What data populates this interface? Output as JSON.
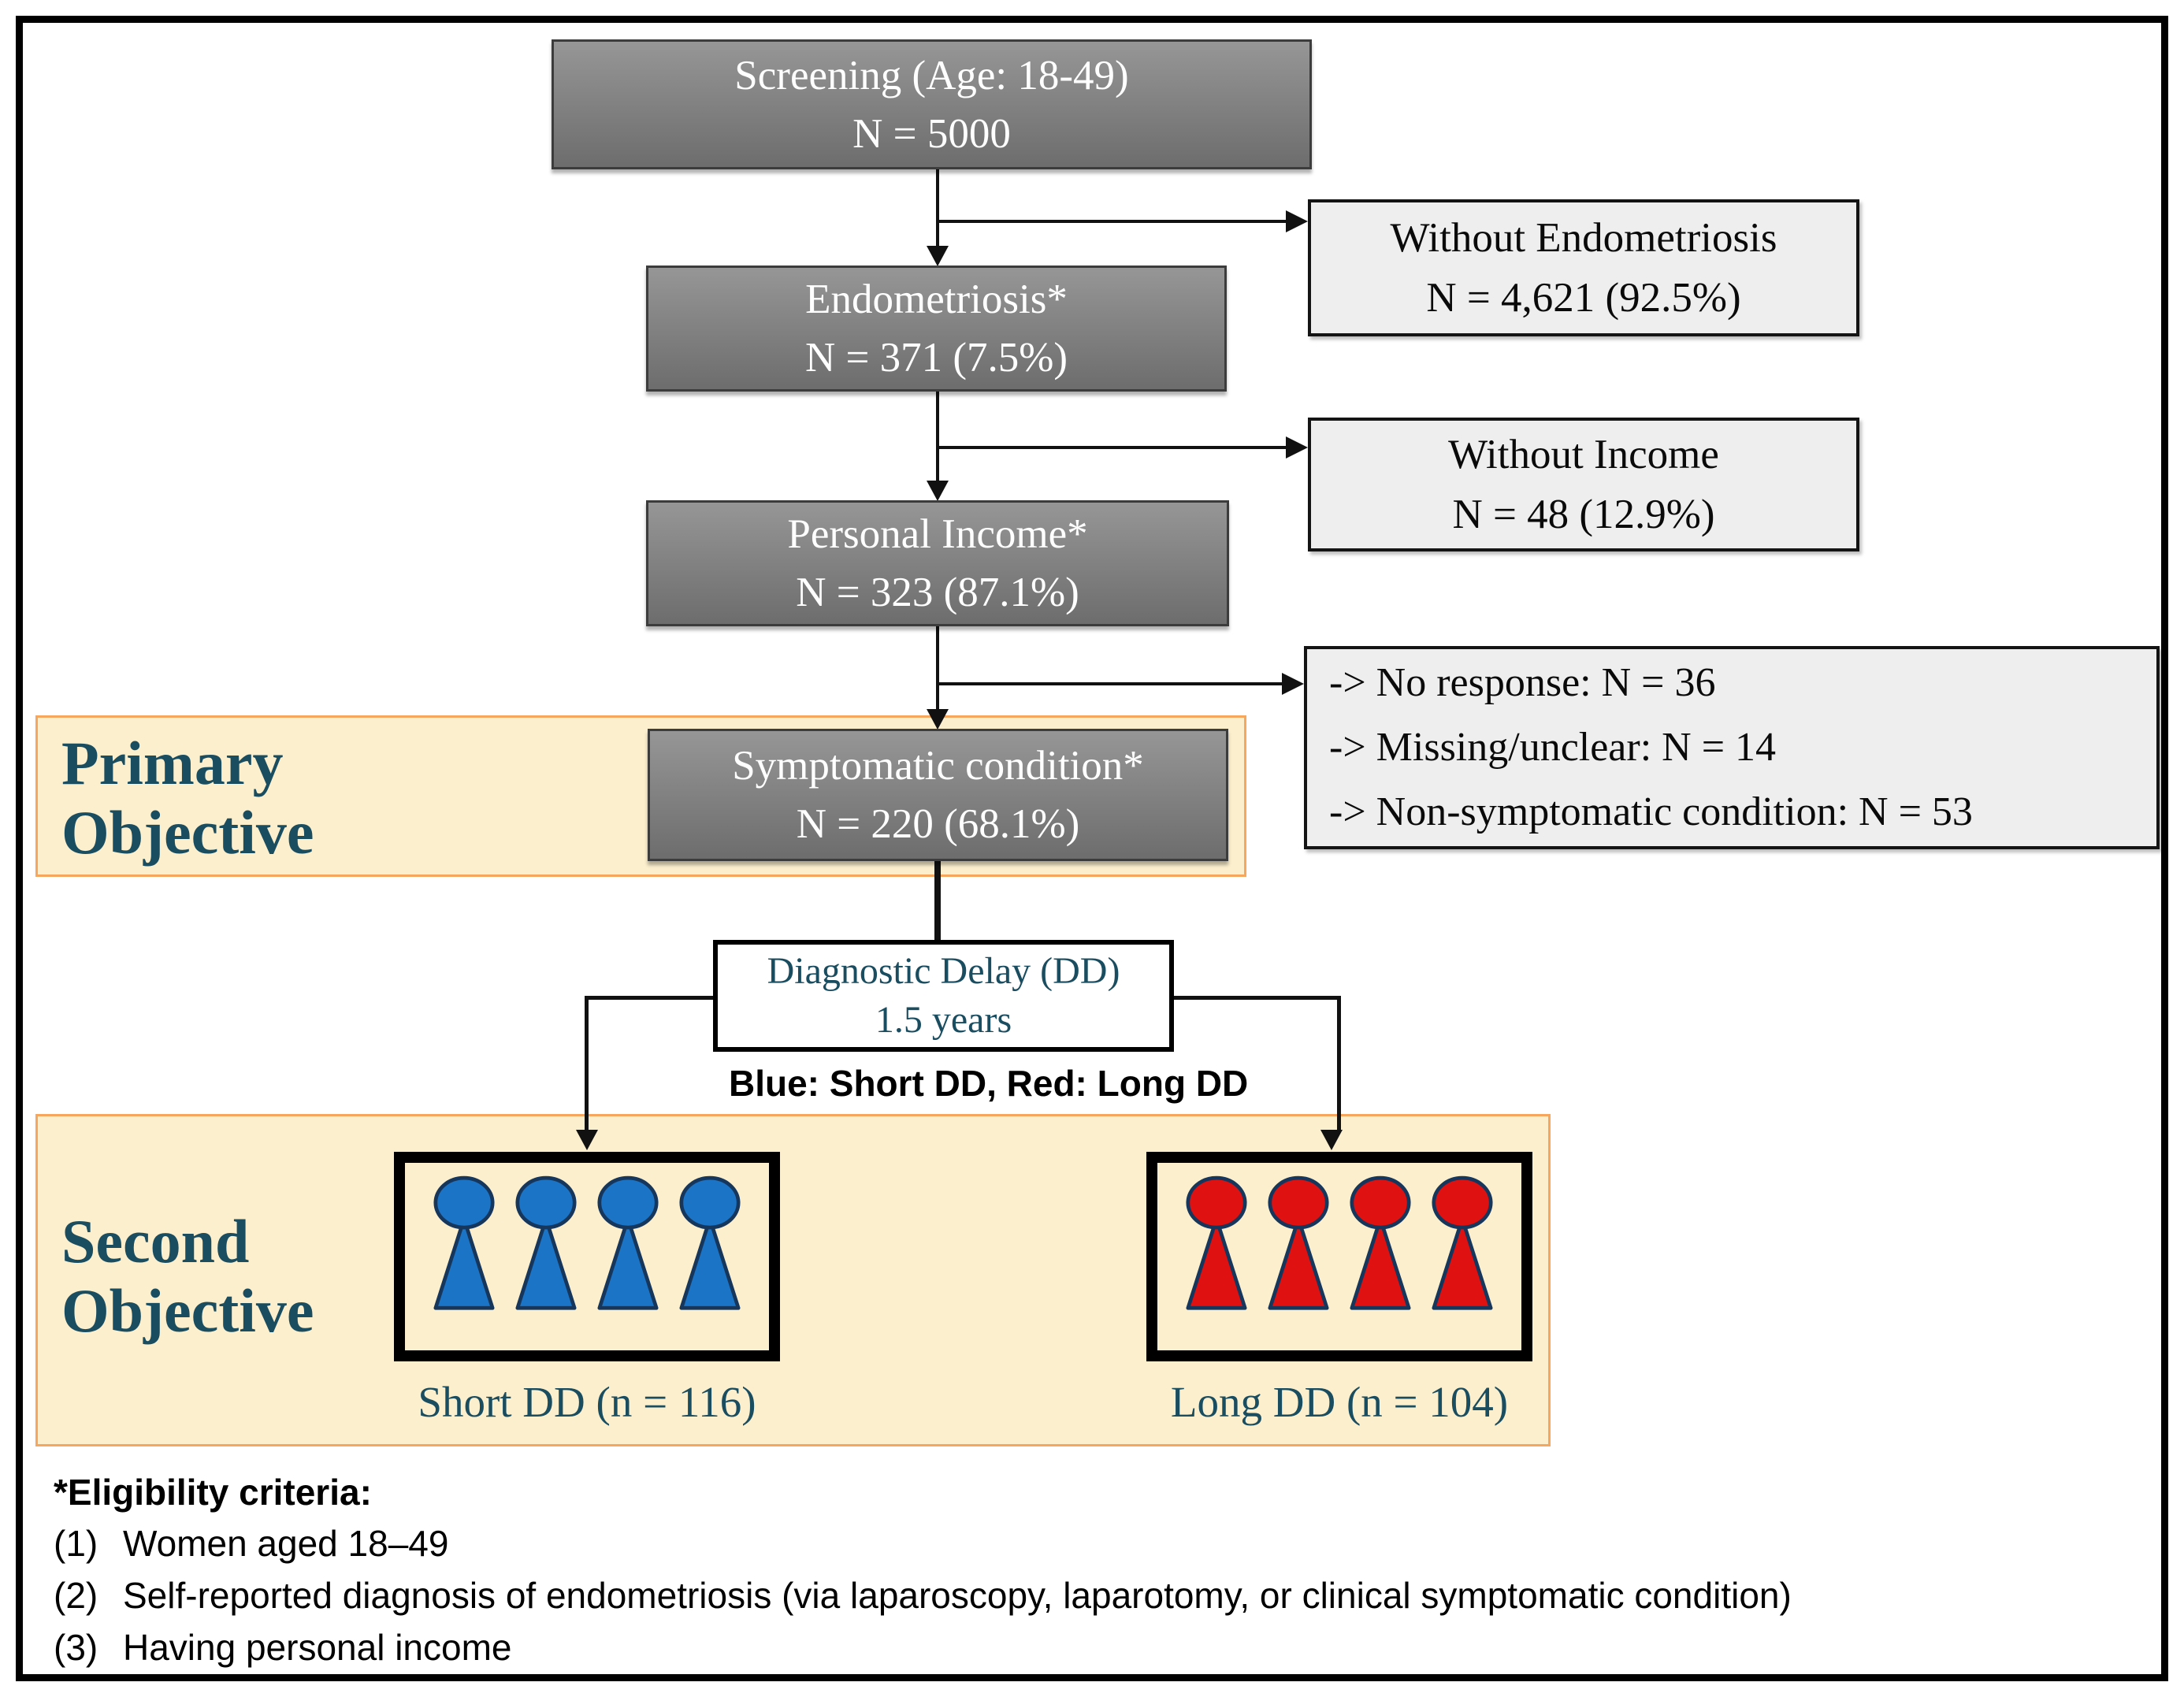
{
  "colors": {
    "box_gray_top": "#969696",
    "box_gray_bottom": "#6d6d6d",
    "side_box_bg": "#eeeeee",
    "band_bg": "#fcefcd",
    "band_border": "#f6a65d",
    "teal": "#1a4d60",
    "blue": "#1b74c5",
    "red": "#e01111",
    "icon_outline": "#16365c",
    "line": "#111111"
  },
  "flow": {
    "screening": {
      "line1": "Screening (Age: 18-49)",
      "line2": "N = 5000"
    },
    "endometriosis": {
      "line1": "Endometriosis*",
      "line2": "N = 371 (7.5%)"
    },
    "personal_income": {
      "line1": "Personal Income*",
      "line2": "N = 323 (87.1%)"
    },
    "symptomatic": {
      "line1": "Symptomatic condition*",
      "line2": "N = 220 (68.1%)"
    }
  },
  "exclusions": {
    "without_endometriosis": {
      "line1": "Without Endometriosis",
      "line2": "N = 4,621 (92.5%)"
    },
    "without_income": {
      "line1": "Without Income",
      "line2": "N = 48 (12.9%)"
    },
    "other": {
      "lines": [
        "-> No response: N = 36",
        "-> Missing/unclear: N = 14",
        "-> Non-symptomatic condition: N = 53"
      ]
    }
  },
  "primary_objective": {
    "label_line1": "Primary",
    "label_line2": "Objective"
  },
  "diagnostic_delay": {
    "line1": "Diagnostic Delay (DD)",
    "line2": "1.5 years"
  },
  "legend": {
    "text": "Blue: Short DD, Red: Long DD"
  },
  "second_objective": {
    "label_line1": "Second",
    "label_line2": "Objective"
  },
  "groups": {
    "short_dd": {
      "label": "Short DD (n = 116)",
      "icon_count": 4,
      "color": "#1b74c5"
    },
    "long_dd": {
      "label": "Long DD (n = 104)",
      "icon_count": 4,
      "color": "#e01111"
    }
  },
  "footnote": {
    "heading": "*Eligibility criteria:",
    "items": [
      {
        "num": "(1)",
        "text": "Women aged 18–49"
      },
      {
        "num": "(2)",
        "text": "Self-reported diagnosis of endometriosis (via laparoscopy, laparotomy, or clinical symptomatic condition)"
      },
      {
        "num": "(3)",
        "text": "Having personal income"
      }
    ]
  }
}
